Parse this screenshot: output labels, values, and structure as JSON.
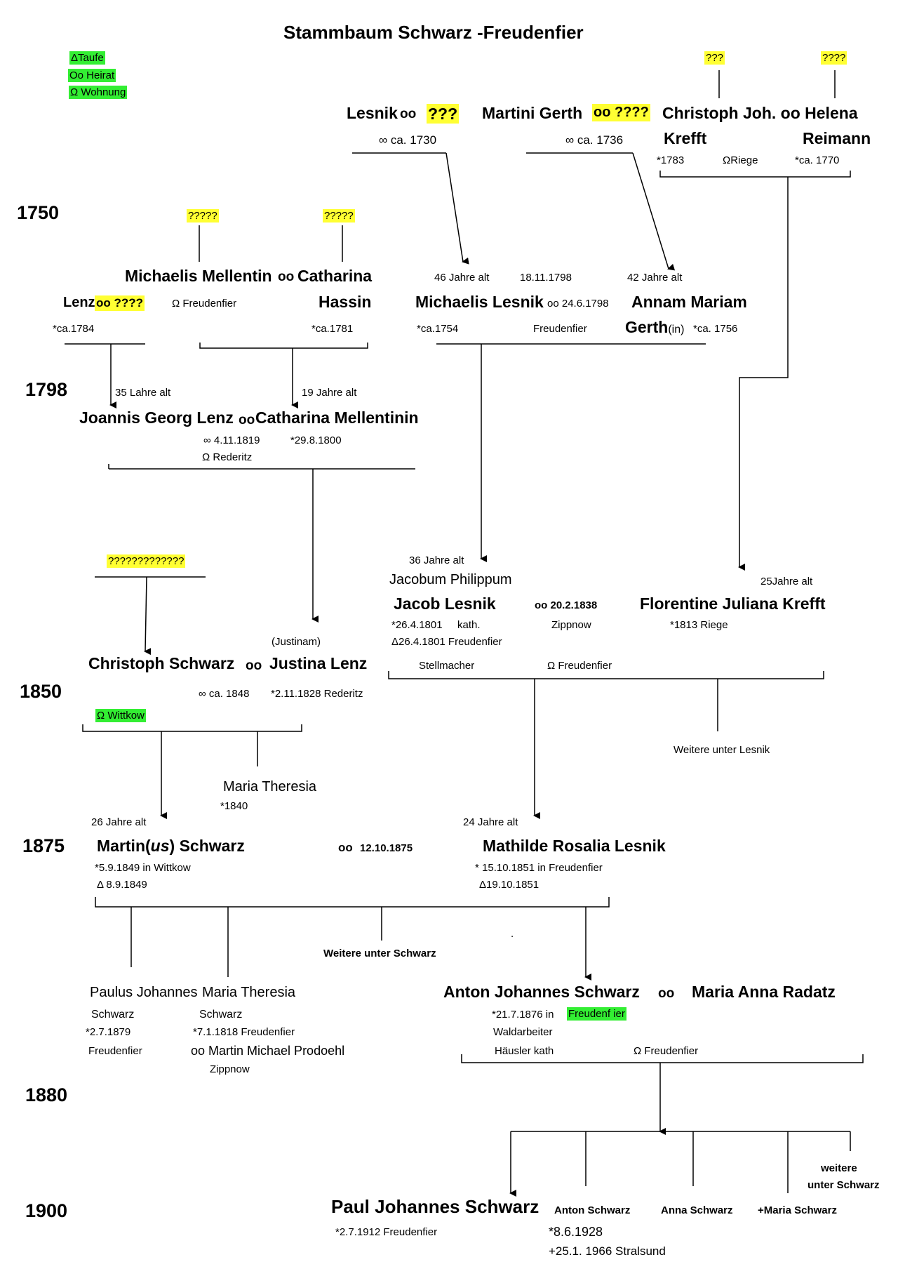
{
  "title": "Stammbaum Schwarz -Freudenfier",
  "legend": [
    "ΔTaufe",
    "Oo Heirat",
    "Ω Wohnung"
  ],
  "years": [
    "1750",
    "1798",
    "1850",
    "1875",
    "1880",
    "1900"
  ],
  "unknown": {
    "top_left": "???",
    "top_right": "????",
    "mellentin_father": "?????",
    "hassin_father": "?????",
    "schwarz_parent": "?????????????",
    "lesnik_spouse": "???",
    "gerth_spouse": "oo ????",
    "lenz_spouse": "oo ????"
  },
  "gen1": {
    "lesnik": "Lesnik",
    "lesnik_oo": "oo",
    "lesnik_marriage": "∞ ca. 1730",
    "gerth": "Martini Gerth",
    "gerth_marriage": "∞ ca. 1736",
    "christoph": "Christoph Joh. oo Helena",
    "krefft": "Krefft",
    "reimann": "Reimann",
    "krefft_birth": "*1783",
    "krefft_home": "ΩRiege",
    "reimann_birth": "*ca. 1770"
  },
  "gen2": {
    "michaelis_mellentin": "Michaelis Mellentin",
    "mellentin_oo": "oo",
    "catharina": "Catharina",
    "hassin": "Hassin",
    "lenz": "Lenz",
    "mellentin_home": "Ω Freudenfier",
    "lenz_birth": "*ca.1784",
    "hassin_birth": "*ca.1781",
    "lesnik_age": "46 Jahre alt",
    "lesnik_date": "18.11.1798",
    "gerth_age": "42 Jahre alt",
    "michaelis_lesnik": "Michaelis Lesnik",
    "lesnik_marriage": "oo 24.6.1798",
    "annam_mariam": "Annam Mariam",
    "gerthin": "Gerth",
    "gerthin_suffix": "(in)",
    "gerthin_birth": "*ca. 1756",
    "michaelis_lesnik_birth": "*ca.1754",
    "lesnik_place": "Freudenfier"
  },
  "gen3": {
    "lenz_age": "35 Lahre alt",
    "mellentinin_age": "19 Jahre alt",
    "joannis": "Joannis Georg Lenz",
    "oo": "oo",
    "catharina_m": "Catharina Mellentinin",
    "marriage": "∞ 4.11.1819",
    "catharina_birth": "*29.8.1800",
    "home": "Ω  Rederitz"
  },
  "gen4": {
    "jacob_age": "36 Jahre alt",
    "jacobum": "Jacobum Philippum",
    "jacob": "Jacob Lesnik",
    "marriage": "oo  20.2.1838",
    "marriage_place": "Zippnow",
    "florentine": "Florentine  Juliana Krefft",
    "florentine_age": "25Jahre alt",
    "florentine_birth": "*1813 Riege",
    "jacob_birth": "*26.4.1801",
    "jacob_rel": "kath.",
    "jacob_baptism": "Δ26.4.1801  Freudenfier",
    "jacob_job": "Stellmacher",
    "home": "Ω  Freudenfier",
    "more_lesnik": "Weitere unter Lesnik",
    "justinam": "(Justinam)",
    "christoph": "Christoph Schwarz",
    "oo": "oo",
    "justina": "Justina Lenz",
    "marriage_c": "∞  ca. 1848",
    "justina_birth": "*2.11.1828  Rederitz",
    "wittkow": "Ω  Wittkow",
    "maria_theresia": "Maria Theresia",
    "maria_theresia_birth": "*1840"
  },
  "gen5": {
    "martin_age": "26  Jahre alt",
    "martin_a": "Martin(",
    "martin_b": "us",
    "martin_c": ")  Schwarz",
    "oo": "oo",
    "marriage": "12.10.1875",
    "mathilde_age": "24 Jahre alt",
    "mathilde": "Mathilde Rosalia Lesnik",
    "martin_birth": "*5.9.1849 in Wittkow",
    "martin_baptism": "Δ  8.9.1849",
    "mathilde_birth": "* 15.10.1851 in Freudenfier",
    "mathilde_baptism": "Δ19.10.1851",
    "more_schwarz": "Weitere unter Schwarz",
    "dot": "."
  },
  "gen6": {
    "paulus": "Paulus Johannes",
    "paulus_surname": "Schwarz",
    "paulus_birth": "*2.7.1879",
    "paulus_place": "Freudenfier",
    "maria": "Maria Theresia",
    "maria_surname": "Schwarz",
    "maria_birth": "*7.1.1818  Freudenfier",
    "maria_marriage": "oo  Martin Michael Prodoehl",
    "maria_place": "Zippnow",
    "anton": "Anton Johannes  Schwarz",
    "oo": "oo",
    "radatz": "Maria Anna Radatz",
    "anton_birth": "*21.7.1876  in",
    "anton_place": "Freudenf ier",
    "anton_job": "Waldarbeiter",
    "anton_status": "Häusler   kath",
    "anton_home": "Ω  Freudenfier"
  },
  "gen7": {
    "more": "weitere",
    "more2": "unter Schwarz",
    "paul": "Paul Johannes Schwarz",
    "paul_birth": "*2.7.1912  Freudenfier",
    "anton": "Anton Schwarz",
    "anna": "Anna Schwarz",
    "maria": "+Maria Schwarz",
    "anton_birth": "*8.6.1928",
    "anton_death": "+25.1. 1966 Stralsund"
  }
}
